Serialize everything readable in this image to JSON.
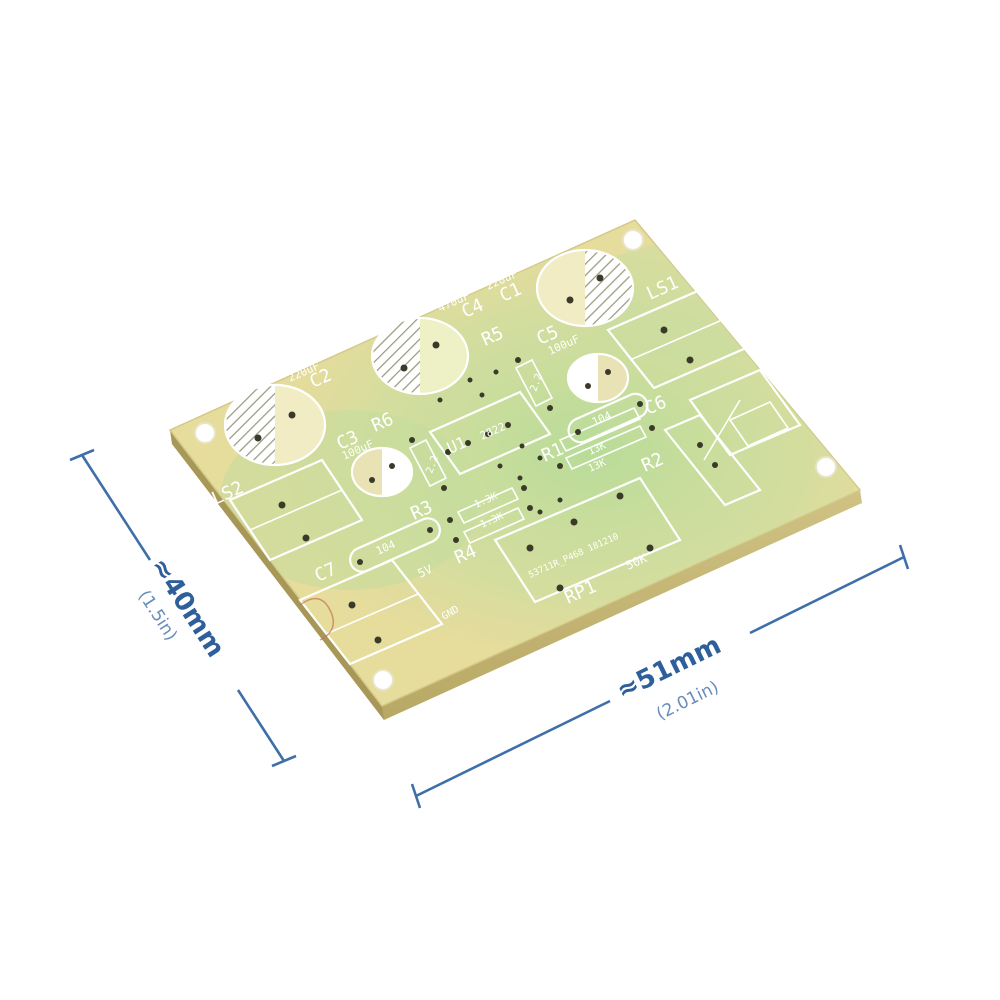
{
  "board": {
    "colors": {
      "substrate": "#e6dc9c",
      "mask_green": "#b9dd9a",
      "silkscreen": "#ffffff",
      "edge": "#cfc184"
    },
    "capacitors": [
      {
        "ref": "C2",
        "value": "220uF"
      },
      {
        "ref": "C4",
        "value": "470uF"
      },
      {
        "ref": "C1",
        "value": "220uF"
      },
      {
        "ref": "C3",
        "value": "100uF"
      },
      {
        "ref": "C5",
        "value": "100uF"
      }
    ],
    "ceramic_caps": [
      {
        "ref": "C7",
        "value": "104"
      },
      {
        "ref": "C6",
        "value": "104"
      }
    ],
    "resistors": [
      {
        "ref": "R1",
        "value": "13K"
      },
      {
        "ref": "R2",
        "value": "13K"
      },
      {
        "ref": "R3",
        "value": "1.3K"
      },
      {
        "ref": "R4",
        "value": "1.3K"
      },
      {
        "ref": "R5",
        "value": "2.2"
      },
      {
        "ref": "R6",
        "value": "2.2"
      }
    ],
    "ic": {
      "ref": "U1",
      "value": "2822"
    },
    "speakers": [
      "LS1",
      "LS2"
    ],
    "potentiometer": {
      "ref": "RP1",
      "value": "50K",
      "code": "53711R_P468 181210"
    },
    "power": {
      "v_label": "5V",
      "gnd_label": "GND"
    }
  },
  "dimensions": {
    "height_main": "≈40mm",
    "height_sub": "(1.5in)",
    "width_main": "≈51mm",
    "width_sub": "(2.01in)",
    "line_color": "#3f6fa8"
  }
}
